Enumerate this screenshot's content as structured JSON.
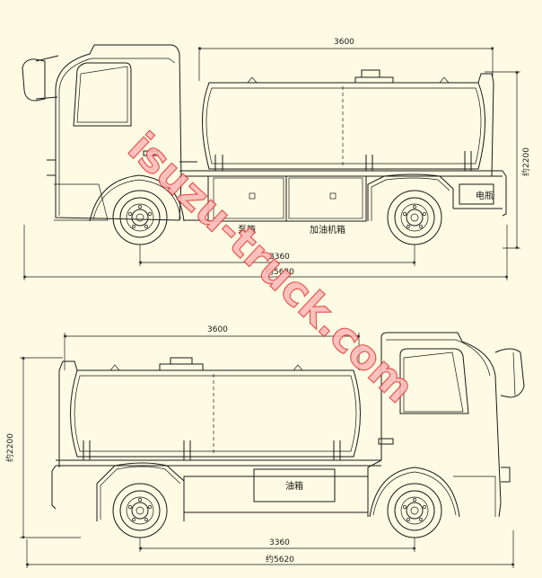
{
  "top_view": {
    "dim_tank_length": "3600",
    "dim_height": "约2200",
    "dim_wheelbase": "3360",
    "dim_overall_length": "约5620",
    "label_pump_box": "泵箱",
    "label_refuel_box": "加油机箱",
    "label_battery": "电瓶"
  },
  "bottom_view": {
    "dim_tank_length": "3600",
    "dim_height": "约2200",
    "dim_wheelbase": "3360",
    "dim_overall_length": "约5620",
    "label_fuel_tank": "油箱"
  },
  "watermark": "isuzu-truck.com"
}
